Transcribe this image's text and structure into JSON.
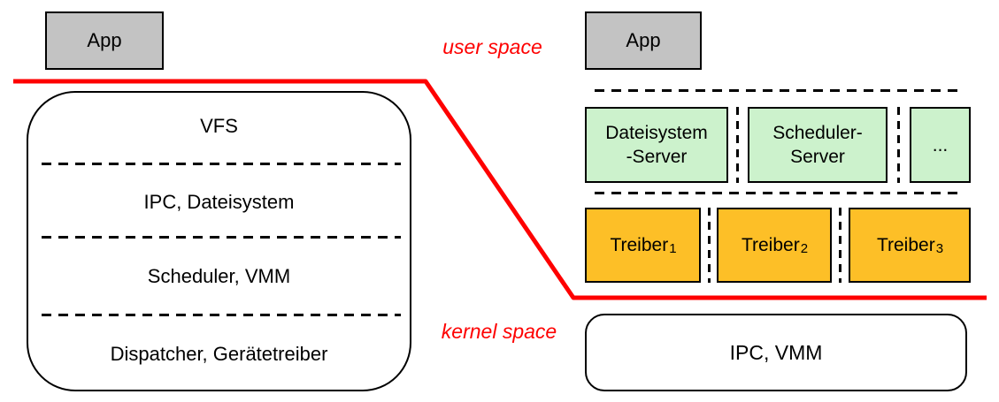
{
  "colors": {
    "red": "#fe0000",
    "gray": "#c3c3c3",
    "green": "#ccf2cc",
    "orange": "#fdbf27"
  },
  "labels": {
    "user_space": "user space",
    "kernel_space": "kernel space"
  },
  "left": {
    "app": "App",
    "layers": [
      "VFS",
      "IPC, Dateisystem",
      "Scheduler, VMM",
      "Dispatcher, Gerätetreiber"
    ]
  },
  "right": {
    "app": "App",
    "servers": [
      {
        "line1": "Dateisystem",
        "line2": "-Server"
      },
      {
        "line1": "Scheduler-",
        "line2": "Server"
      },
      {
        "line1": "...",
        "line2": ""
      }
    ],
    "drivers": [
      {
        "label": "Treiber",
        "sub": "1"
      },
      {
        "label": "Treiber",
        "sub": "2"
      },
      {
        "label": "Treiber",
        "sub": "3"
      }
    ],
    "kernel": "IPC, VMM"
  }
}
